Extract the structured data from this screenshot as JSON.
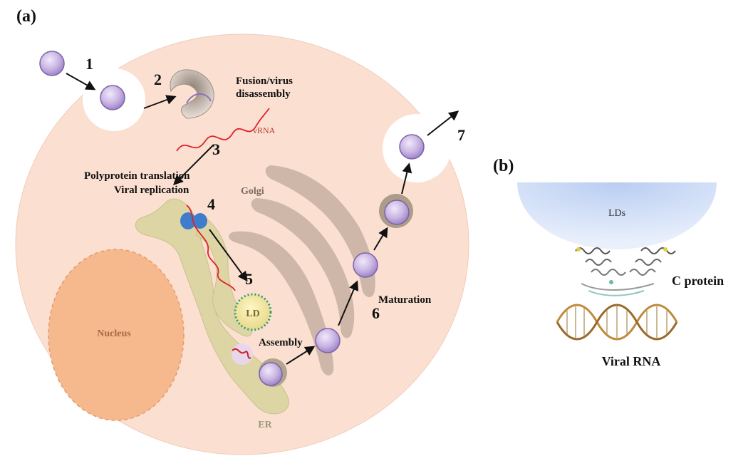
{
  "panel_a": {
    "label": "(a)",
    "steps": [
      "1",
      "2",
      "3",
      "4",
      "5",
      "6",
      "7"
    ],
    "labels": {
      "fusion_line1": "Fusion/virus",
      "fusion_line2": "disassembly",
      "vrna": "vRNA",
      "translation": "Polyprotein translation",
      "replication": "Viral replication",
      "golgi": "Golgi",
      "nucleus": "Nucleus",
      "ld": "LD",
      "assembly": "Assembly",
      "maturation": "Maturation",
      "er": "ER"
    }
  },
  "panel_b": {
    "label": "(b)",
    "lds": "LDs",
    "c_protein": "C protein",
    "viral_rna": "Viral RNA"
  },
  "colors": {
    "cell": "#fbe0d2",
    "virion": "#c9b5e3",
    "virion_edge": "#7b62a8",
    "golgi": "#c9b3a4",
    "er": "#ddd6a4",
    "nucleus": "#f6b98e",
    "rna": "#e0202a",
    "ld_droplet": "#c8d8f4",
    "ribosome": "#3f7ccc"
  }
}
